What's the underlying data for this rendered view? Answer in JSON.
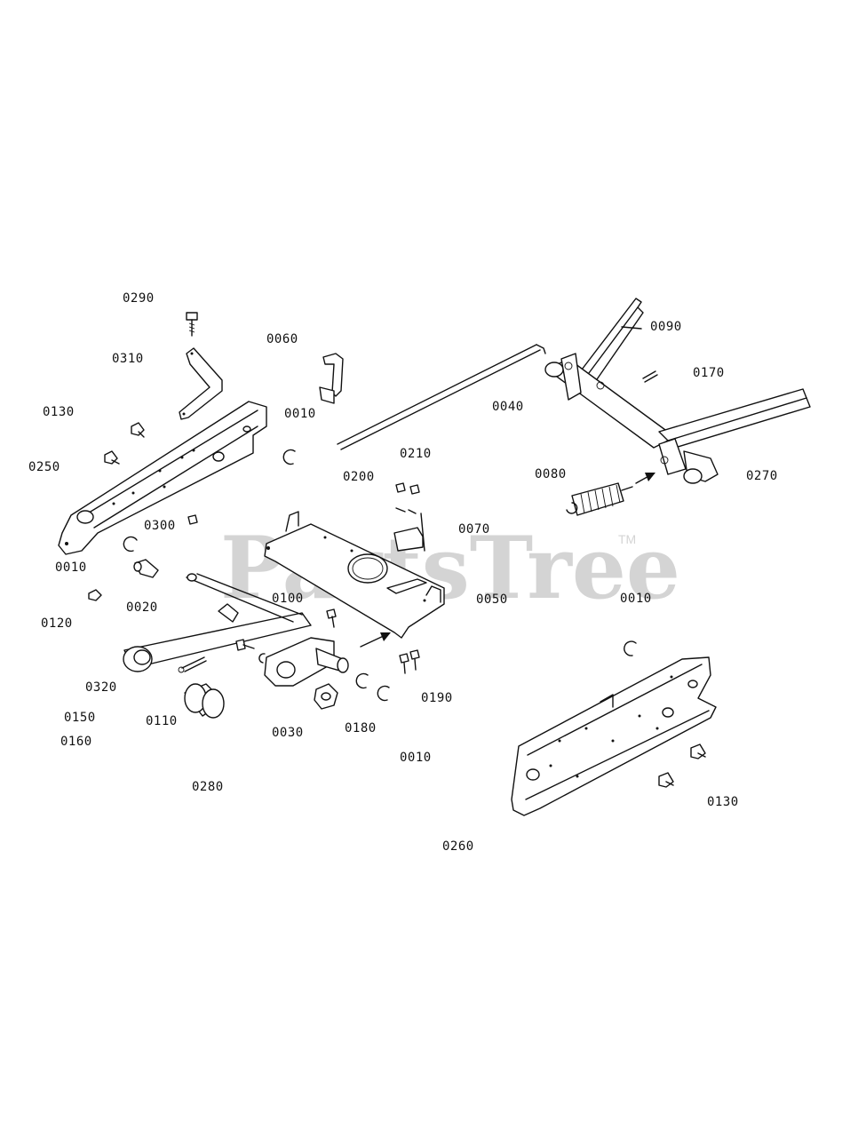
{
  "watermark": {
    "text": "PartsTree",
    "trademark": "TM"
  },
  "labels": [
    {
      "id": "l-0290",
      "text": "0290"
    },
    {
      "id": "l-0310",
      "text": "0310"
    },
    {
      "id": "l-0060",
      "text": "0060"
    },
    {
      "id": "l-0130a",
      "text": "0130"
    },
    {
      "id": "l-0010a",
      "text": "0010"
    },
    {
      "id": "l-0250",
      "text": "0250"
    },
    {
      "id": "l-0200",
      "text": "0200"
    },
    {
      "id": "l-0210",
      "text": "0210"
    },
    {
      "id": "l-0040",
      "text": "0040"
    },
    {
      "id": "l-0090",
      "text": "0090"
    },
    {
      "id": "l-0170",
      "text": "0170"
    },
    {
      "id": "l-0080",
      "text": "0080"
    },
    {
      "id": "l-0270",
      "text": "0270"
    },
    {
      "id": "l-0300",
      "text": "0300"
    },
    {
      "id": "l-0070",
      "text": "0070"
    },
    {
      "id": "l-0010b",
      "text": "0010"
    },
    {
      "id": "l-0020",
      "text": "0020"
    },
    {
      "id": "l-0100",
      "text": "0100"
    },
    {
      "id": "l-0050",
      "text": "0050"
    },
    {
      "id": "l-0010c",
      "text": "0010"
    },
    {
      "id": "l-0120",
      "text": "0120"
    },
    {
      "id": "l-0320",
      "text": "0320"
    },
    {
      "id": "l-0190",
      "text": "0190"
    },
    {
      "id": "l-0150",
      "text": "0150"
    },
    {
      "id": "l-0110",
      "text": "0110"
    },
    {
      "id": "l-0160",
      "text": "0160"
    },
    {
      "id": "l-0030",
      "text": "0030"
    },
    {
      "id": "l-0180",
      "text": "0180"
    },
    {
      "id": "l-0010d",
      "text": "0010"
    },
    {
      "id": "l-0280",
      "text": "0280"
    },
    {
      "id": "l-0130b",
      "text": "0130"
    },
    {
      "id": "l-0260",
      "text": "0260"
    }
  ]
}
